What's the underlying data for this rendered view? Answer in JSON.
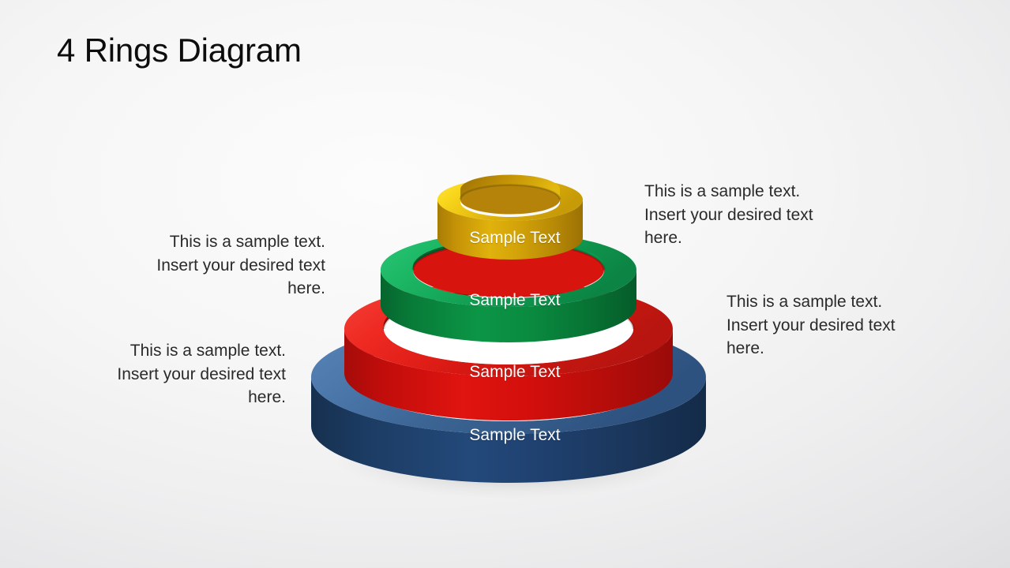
{
  "slide": {
    "title": "4 Rings Diagram",
    "background_color": "#f2f2f3"
  },
  "callouts": [
    {
      "id": "top-left",
      "align": "right",
      "lines": [
        "This is a sample text.",
        "Insert your desired text",
        "here."
      ],
      "text": "This is a sample text. Insert your desired text here."
    },
    {
      "id": "bottom-left",
      "align": "right",
      "lines": [
        "This is a sample text.",
        "Insert your desired text",
        "here."
      ],
      "text": "This is a sample text. Insert your desired text here."
    },
    {
      "id": "top-right",
      "align": "left",
      "lines": [
        "This is a sample text.",
        "Insert your desired text",
        "here."
      ],
      "text": "This is a sample text. Insert your desired text here."
    },
    {
      "id": "bottom-right",
      "align": "left",
      "lines": [
        "This is a sample text.",
        "Insert your desired text",
        "here."
      ],
      "text": "This is a sample text. Insert your desired text here."
    }
  ],
  "diagram": {
    "type": "stacked-3d-rings",
    "ring_count": 4,
    "shadow_color": "rgba(120,120,120,0.40)",
    "rings": [
      {
        "id": "blue",
        "order": 1,
        "position": "bottom",
        "label": "Sample Text",
        "label_color": "#ffffff",
        "top_color": "#4d79ad",
        "top_color_dark": "#34567f",
        "front_color": "#1d3a66",
        "front_color_light": "#2d558f",
        "inner_color": "#162c4e"
      },
      {
        "id": "red",
        "order": 2,
        "position": "third",
        "label": "Sample Text",
        "label_color": "#ffffff",
        "top_color": "#f2302a",
        "top_color_dark": "#b81510",
        "front_color": "#d60d0d",
        "front_color_light": "#f03028",
        "inner_color": "#9e0c0c"
      },
      {
        "id": "green",
        "order": 3,
        "position": "second",
        "label": "Sample Text",
        "label_color": "#ffffff",
        "top_color": "#20bd6b",
        "top_color_dark": "#0f7f45",
        "front_color": "#0a8b3f",
        "front_color_light": "#17a854",
        "inner_color": "#0a6b34"
      },
      {
        "id": "yellow",
        "order": 4,
        "position": "top",
        "label": "Sample Text",
        "label_color": "#ffffff",
        "top_color": "#f5d117",
        "top_color_dark": "#c79a07",
        "front_color": "#d4a30c",
        "front_color_light": "#edc41a",
        "inner_color": "#b07f06"
      }
    ]
  }
}
